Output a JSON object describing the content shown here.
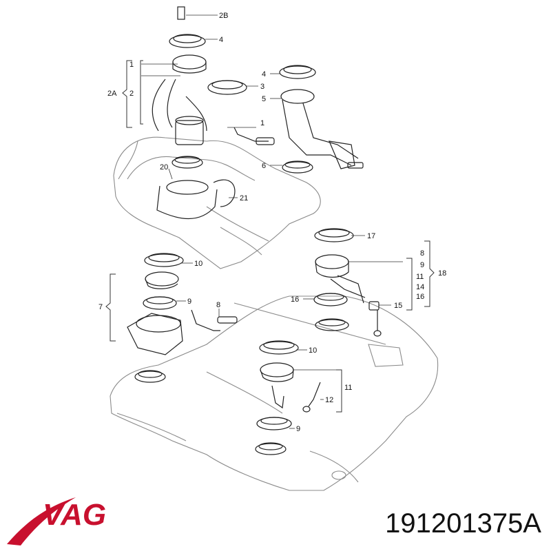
{
  "brand": {
    "name": "VAG",
    "color": "#c8102e",
    "swoosh_color": "#c8102e"
  },
  "part_number": "191201375A",
  "callouts": {
    "c_2B": "2B",
    "c_4_top": "4",
    "c_1_left": "1",
    "c_2A": "2A",
    "c_2_left": "2",
    "c_3": "3",
    "c_1_right": "1",
    "c_4_right": "4",
    "c_5": "5",
    "c_6": "6",
    "c_20": "20",
    "c_21": "21",
    "c_17": "17",
    "c_8_r": "8",
    "c_9_r": "9",
    "c_11_r": "11",
    "c_14_r": "14",
    "c_16_r": "16",
    "c_18": "18",
    "c_16": "16",
    "c_15": "15",
    "c_10_top": "10",
    "c_7": "7",
    "c_9_left": "9",
    "c_8_left": "8",
    "c_10_mid": "10",
    "c_11": "11",
    "c_12": "12",
    "c_9_low": "9"
  }
}
